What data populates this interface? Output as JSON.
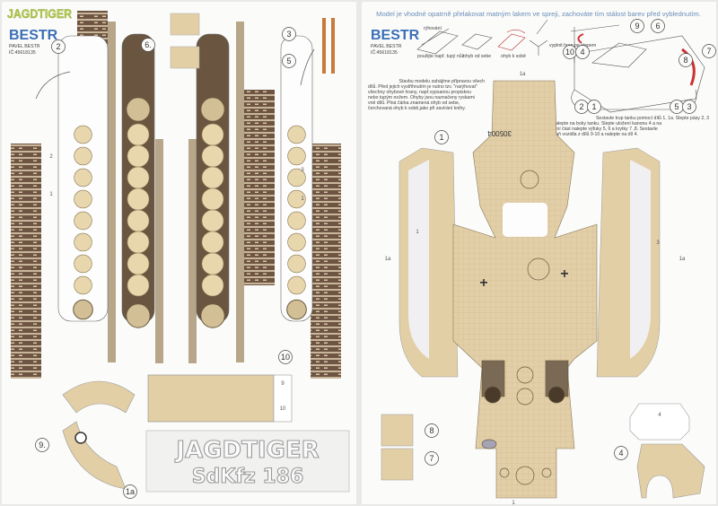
{
  "left_page": {
    "title": "JAGDTIGER",
    "logo": "BESTR",
    "author": "PAVEL BESTR",
    "company_id": "IČ:45618135",
    "part_numbers": [
      "2",
      "6.",
      "3",
      "5",
      "10",
      "9.",
      "1a"
    ],
    "strip_labels": [
      "2",
      "1",
      "3",
      "1"
    ],
    "part10_labels": [
      "9",
      "10"
    ],
    "name_plate": {
      "line1": "JAGDTIGER",
      "line2": "SdKfz 186"
    }
  },
  "right_page": {
    "header_note": "Model je vhodné opatrně přelakovat  matným lakem ve spreji, zachováte tím stálost barev před vyblednutím.",
    "logo": "BESTR",
    "author": "PAVEL BESTR",
    "company_id": "IČ:45618135",
    "diagram_captions": [
      "rýhování",
      "použijte např. tupý nůž",
      "ohyb od sebe",
      "ohyb k sobě",
      "vyplnit hran pe stepem"
    ],
    "intro_text": [
      "Stavbu modelu zahájíme přípravou všech",
      "dílů. Před jejich vystřihnutím je nutno tzv. \"narýhovat\"",
      "všechny ohybové hrany, např.vypsanou propiskou",
      "nebo tupým nožem. Ohyby jsou naznačeny ryskami",
      "vně dílů. Plná čárka znamená ohyb od sebe,",
      "čerchovaná ohyb k sobě,jako při zavírání knihy."
    ],
    "assembly_text": [
      "Sestavte trup tanku pomocí dílů 1, 1a. Slepte pásy 2, 3",
      "a nalepte na boky tanku. Slepte uložení kanonu 4 a na",
      "zadní část nalepte výfuky 5, 6 a krytky 7 ,8.  Sestavte",
      "zbraň vozidla z dílů 9-10 a nalepte na díl 4."
    ],
    "sketch_numbers": [
      "9",
      "6",
      "7",
      "8",
      "10",
      "4",
      "2",
      "1",
      "5",
      "3"
    ],
    "part_numbers": [
      "1",
      "8",
      "7",
      "4"
    ],
    "hull_labels": [
      "1a",
      "1a",
      "305004",
      "1",
      "3",
      "1a",
      "1",
      "4"
    ]
  },
  "colors": {
    "paper": "#fbfbfa",
    "tan": "#e3cfa6",
    "track": "#6e5442",
    "logo_blue": "#3b6fb6",
    "title_green": "#b9cf55",
    "text_blue": "#6a8fb8"
  }
}
